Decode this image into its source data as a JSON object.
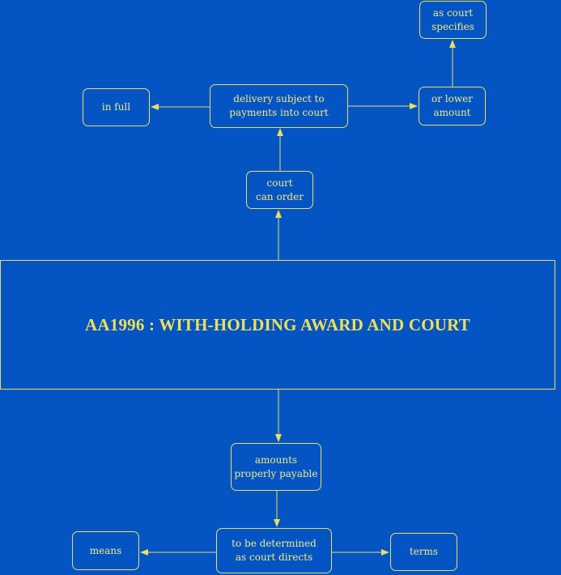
{
  "diagram": {
    "title": "AA1996 : WITH-HOLDING AWARD AND COURT",
    "nodes": {
      "as_court_specifies": [
        "as court",
        "specifies"
      ],
      "in_full": [
        "in full"
      ],
      "delivery_subject": [
        "delivery subject to",
        "payments into court"
      ],
      "or_lower_amount": [
        "or lower",
        "amount"
      ],
      "court_can_order": [
        "court",
        "can order"
      ],
      "amounts_payable": [
        "amounts",
        "properly payable"
      ],
      "means": [
        "means"
      ],
      "to_be_determined": [
        "to be determined",
        "as court directs"
      ],
      "terms": [
        "terms"
      ]
    }
  },
  "colors": {
    "background": "#0454c4",
    "line": "#e8e05a",
    "text": "#f0ea80"
  }
}
